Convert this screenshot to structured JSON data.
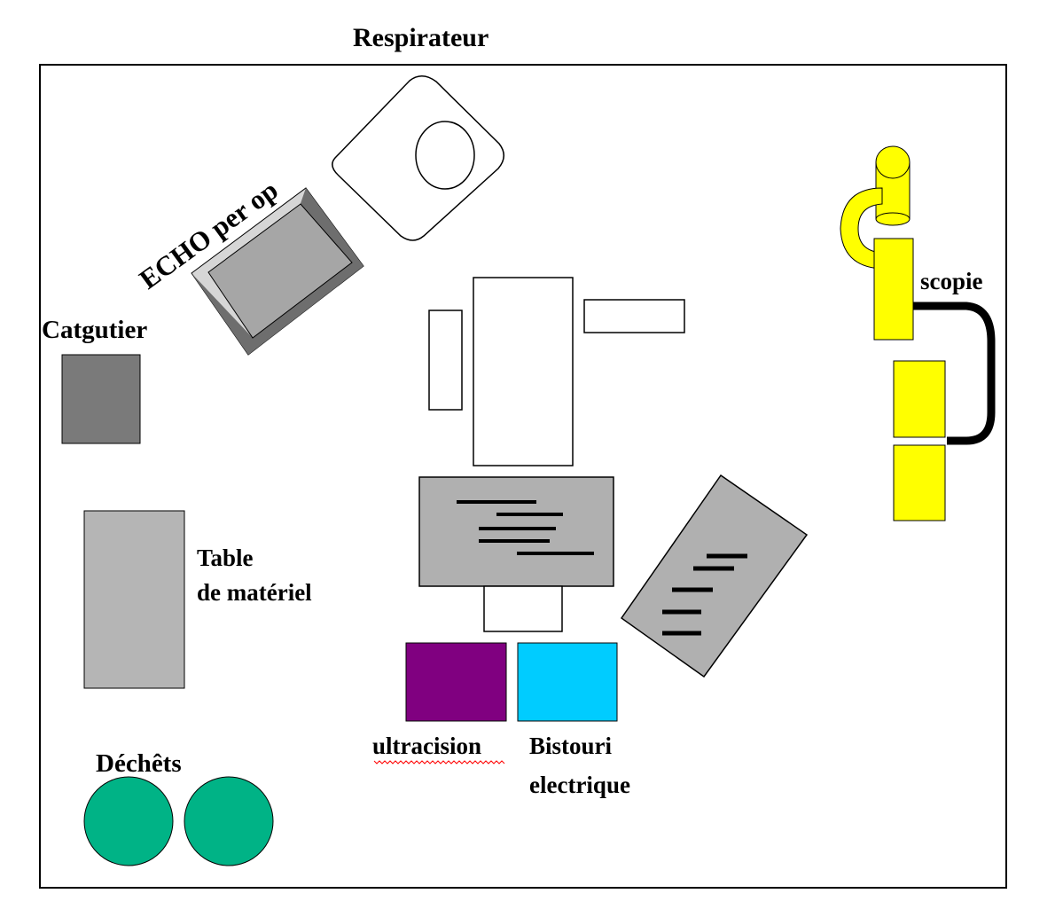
{
  "labels": {
    "respirateur": "Respirateur",
    "echo": "ECHO per op",
    "catgutier": "Catgutier",
    "table_line1": "Table",
    "table_line2": "de matériel",
    "dechets": "Déchêts",
    "ultracision": "ultracision",
    "bistouri_line1": "Bistouri",
    "bistouri_line2": "electrique",
    "scopie": "scopie"
  },
  "colors": {
    "frame": "#000000",
    "outline": "#000000",
    "echo_face": "#a6a6a6",
    "echo_bevel_light": "#d6d6d6",
    "echo_bevel_dark": "#6e6e6e",
    "catgutier": "#7a7a7a",
    "table_materiel": "#b5b5b5",
    "dechets": "#00b386",
    "ultracision": "#800080",
    "bistouri": "#00ccff",
    "scopie": "#ffff00",
    "scopie_cable": "#000000",
    "gray_table": "#b0b0b0",
    "white": "#ffffff",
    "spell_underline": "#ff0000"
  }
}
